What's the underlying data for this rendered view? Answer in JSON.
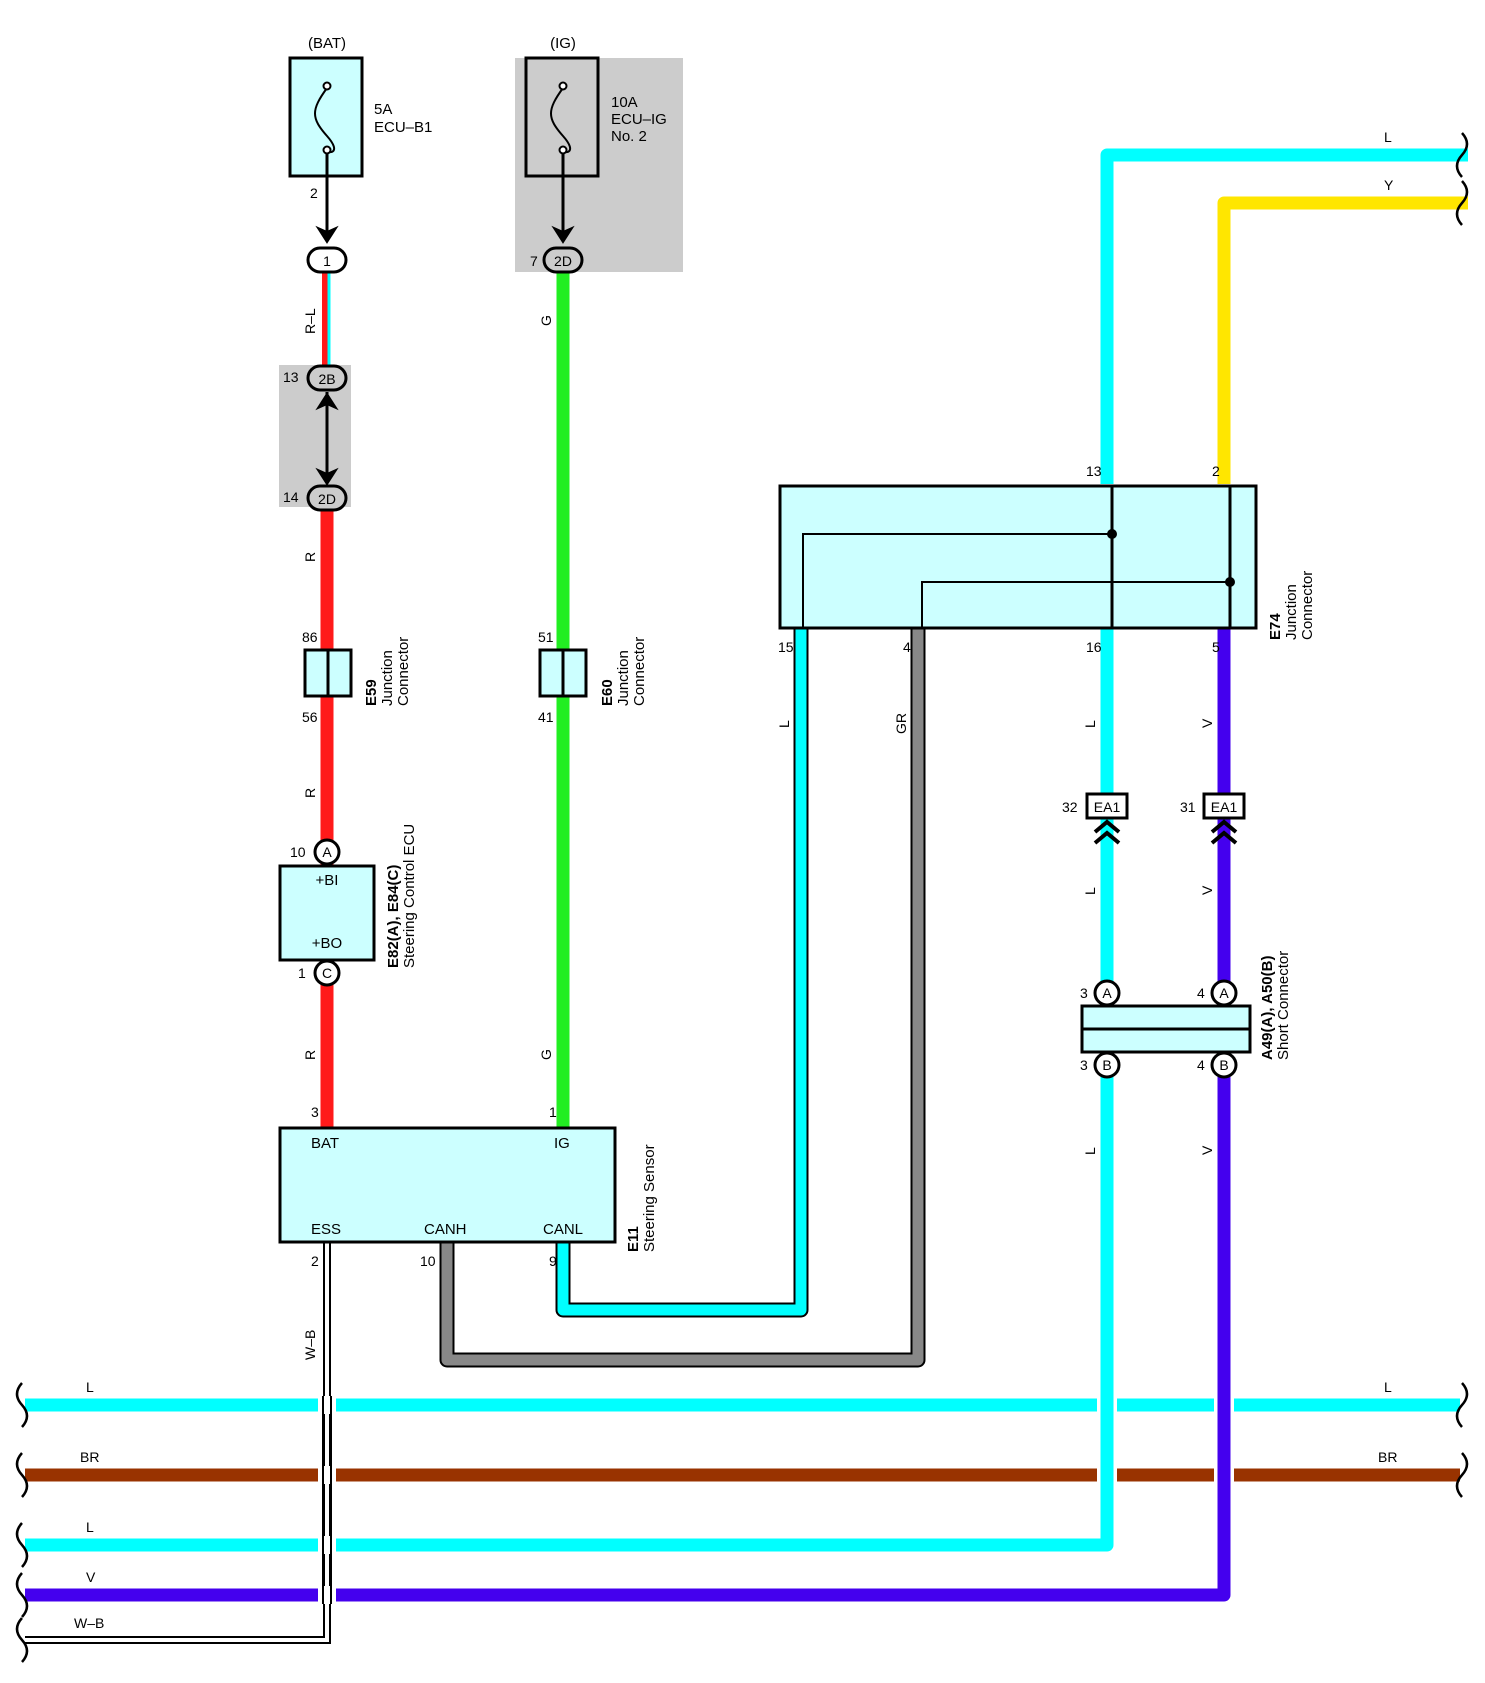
{
  "colors": {
    "L": "#00ffff",
    "Y": "#ffe600",
    "G": "#22ee22",
    "R": "#ff1a1a",
    "GR": "#888888",
    "V": "#4400ee",
    "BR": "#993300",
    "W": "#ffffff",
    "B": "#000000",
    "box": "#ccffff",
    "shade": "#cccccc"
  },
  "fuses": {
    "bat": {
      "supply": "(BAT)",
      "rating": "5A",
      "name": "ECU–B1",
      "pin": "2"
    },
    "ig": {
      "supply": "(IG)",
      "rating": "10A",
      "name": "ECU–IG",
      "name2": "No. 2"
    }
  },
  "connectors": {
    "c1": "1",
    "c2b": {
      "pin": "13",
      "id": "2B"
    },
    "c2d_left": {
      "pin": "14",
      "id": "2D"
    },
    "c2d_ig": {
      "pin": "7",
      "id": "2D"
    },
    "e59": {
      "code": "E59",
      "name1": "Junction",
      "name2": "Connector",
      "pin_top": "86",
      "pin_bottom": "56"
    },
    "e60": {
      "code": "E60",
      "name1": "Junction",
      "name2": "Connector",
      "pin_top": "51",
      "pin_bottom": "41"
    },
    "e74": {
      "code": "E74",
      "name1": "Junction",
      "name2": "Connector",
      "pin_13": "13",
      "pin_2": "2",
      "pin_15": "15",
      "pin_4": "4",
      "pin_16": "16",
      "pin_5": "5"
    },
    "ea1_left": {
      "pin": "32",
      "id": "EA1"
    },
    "ea1_right": {
      "pin": "31",
      "id": "EA1"
    },
    "a49": {
      "code": "A49(A), A50(B)",
      "name": "Short Connector",
      "pinA3": "3",
      "pinA4": "4",
      "pinB3": "3",
      "pinB4": "4",
      "A": "A",
      "B": "B"
    }
  },
  "steering_ecu": {
    "code": "E82(A), E84(C)",
    "name": "Steering Control ECU",
    "pin_in": "10",
    "pin_in_conn": "A",
    "term_in": "+BI",
    "pin_out": "1",
    "pin_out_conn": "C",
    "term_out": "+BO"
  },
  "steering_sensor": {
    "code": "E11",
    "name": "Steering Sensor",
    "pin_bat": "3",
    "pin_ig": "1",
    "pin_ess": "2",
    "pin_canh": "10",
    "pin_canl": "9",
    "bat": "BAT",
    "ig": "IG",
    "ess": "ESS",
    "canh": "CANH",
    "canl": "CANL"
  },
  "wire_labels": {
    "rl": "R–L",
    "r": "R",
    "g": "G",
    "l": "L",
    "gr": "GR",
    "v": "V",
    "y": "Y",
    "br": "BR",
    "wb": "W–B"
  }
}
